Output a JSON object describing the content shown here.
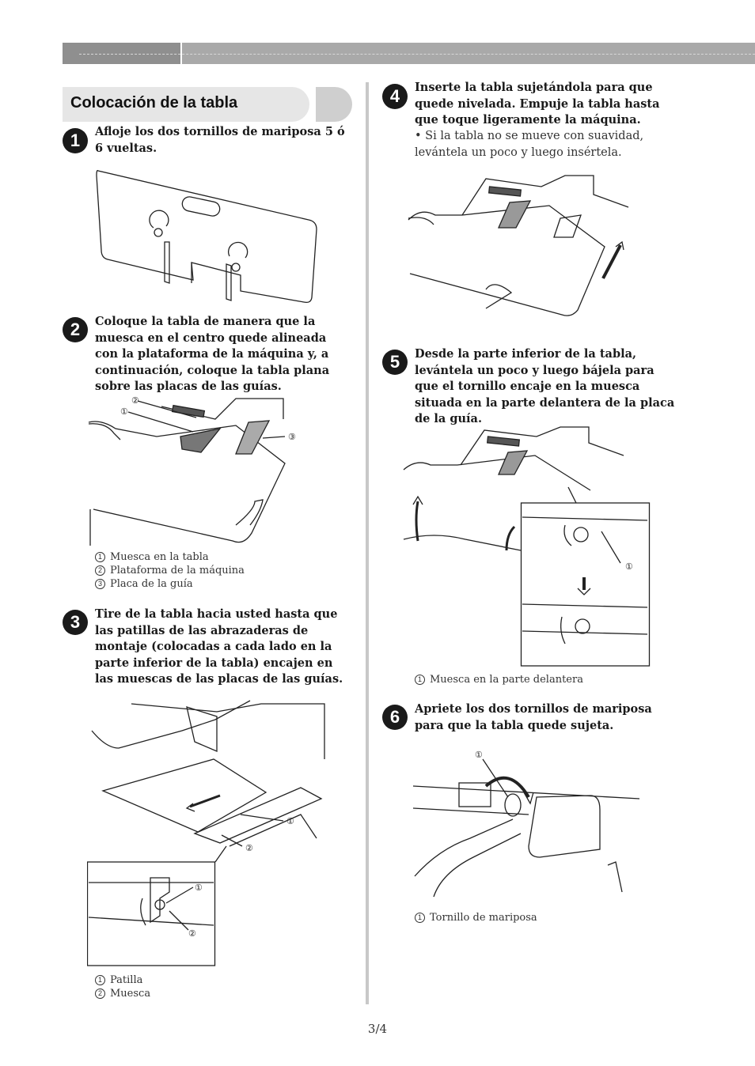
{
  "header": {
    "section_title": "Colocación de la tabla"
  },
  "steps": [
    {
      "number": "1",
      "text": "Afloje los dos tornillos de mariposa 5 ó 6 vueltas."
    },
    {
      "number": "2",
      "text": "Coloque la tabla de manera que la muesca en el centro quede alineada con la plataforma de la máquina y, a continuación, coloque la tabla plana sobre las placas de las guías.",
      "captions": [
        {
          "num": "1",
          "text": "Muesca en la tabla"
        },
        {
          "num": "2",
          "text": "Plataforma de la máquina"
        },
        {
          "num": "3",
          "text": "Placa de la guía"
        }
      ]
    },
    {
      "number": "3",
      "text": "Tire de la tabla hacia usted hasta que las patillas de las abrazaderas de montaje (colocadas a cada lado en la parte inferior de la tabla) encajen en las muescas de las placas de las guías.",
      "captions": [
        {
          "num": "1",
          "text": "Patilla"
        },
        {
          "num": "2",
          "text": "Muesca"
        }
      ]
    },
    {
      "number": "4",
      "text": "Inserte la tabla sujetándola para que quede nivelada. Empuje la tabla hasta que toque ligeramente la máquina.",
      "bullet": "• Si la tabla no se mueve con suavidad, levántela un poco y luego insértela."
    },
    {
      "number": "5",
      "text": "Desde la parte inferior de la tabla, levántela un poco y luego bájela para que el tornillo encaje en la muesca situada en la parte delantera de la placa de la guía.",
      "captions": [
        {
          "num": "1",
          "text": "Muesca en la parte delantera"
        }
      ]
    },
    {
      "number": "6",
      "text": "Apriete los dos tornillos de mariposa para que la tabla quede sujeta.",
      "captions": [
        {
          "num": "1",
          "text": "Tornillo de mariposa"
        }
      ]
    }
  ],
  "footer": {
    "page_number": "3/4"
  }
}
